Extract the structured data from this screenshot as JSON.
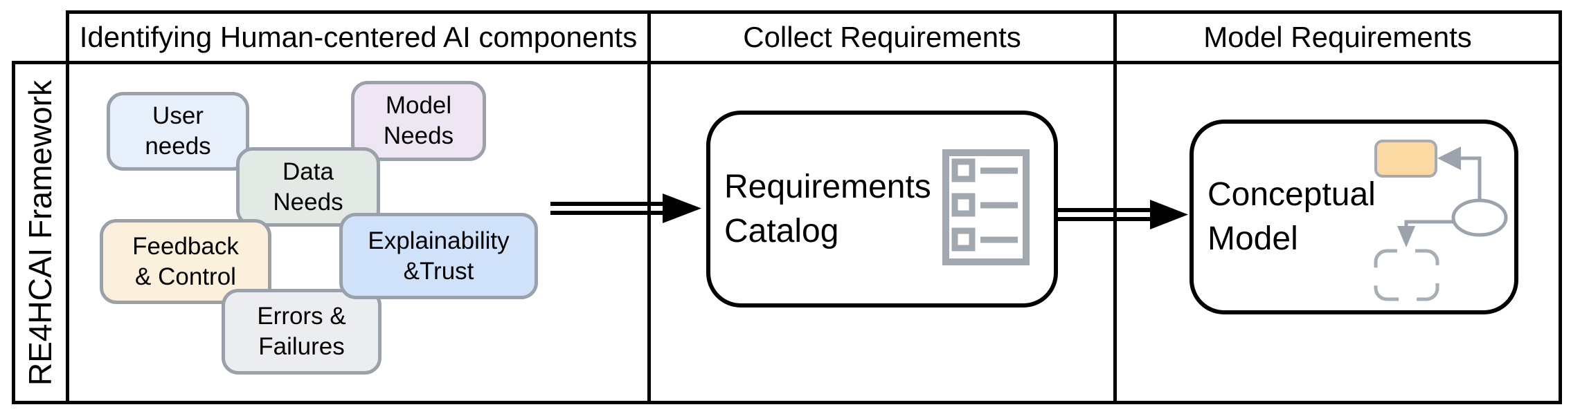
{
  "side_label": "RE4HCAI Framework",
  "headers": {
    "identifying": "Identifying Human-centered AI components",
    "collect": "Collect Requirements",
    "model": "Model Requirements"
  },
  "components": {
    "user_needs": {
      "line1": "User",
      "line2": "needs",
      "fill": "#e7effb"
    },
    "model_needs": {
      "line1": "Model",
      "line2": "Needs",
      "fill": "#eee7f3"
    },
    "data_needs": {
      "line1": "Data",
      "line2": "Needs",
      "fill": "#e3eae5"
    },
    "feedback_control": {
      "line1": "Feedback",
      "line2": "& Control",
      "fill": "#fbf0dc"
    },
    "explainability_trust": {
      "line1": "Explainability",
      "line2": "&Trust",
      "fill": "#cfe2fa"
    },
    "errors_failures": {
      "line1": "Errors &",
      "line2": "Failures",
      "fill": "#ebedef"
    }
  },
  "collect_stage": {
    "line1": "Requirements",
    "line2": "Catalog",
    "icon": "checklist-icon"
  },
  "model_stage": {
    "line1": "Conceptual",
    "line2": "Model",
    "icon": "concept-mini-diagram-icon"
  },
  "colors": {
    "box_border": "#9aa1ab",
    "icon_gray": "#9ca3ac",
    "table_border": "#000000",
    "entity_orange": "#fbd9a2"
  }
}
